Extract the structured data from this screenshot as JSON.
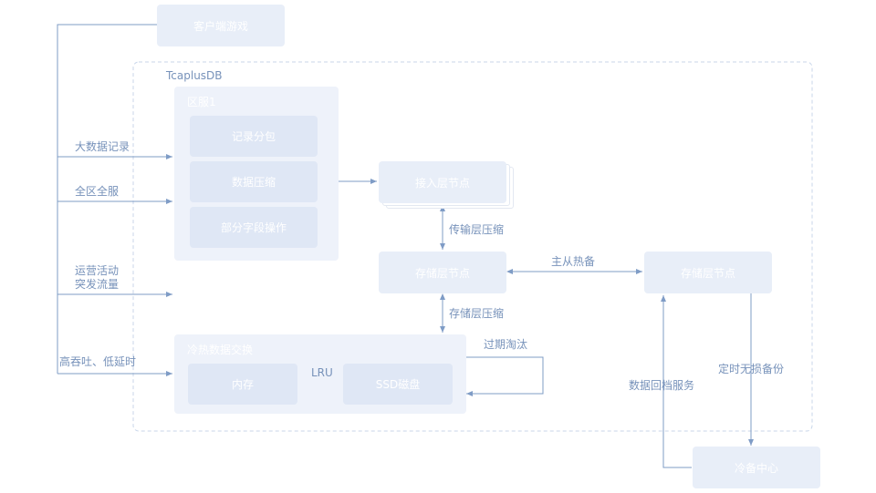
{
  "region_label": "TcaplusDB",
  "top_box": "客户端游戏",
  "zone": {
    "title": "区服1",
    "items": [
      "记录分包",
      "数据压缩",
      "部分字段操作"
    ]
  },
  "access_node": "接入层节点",
  "storage_node_main": "存储层节点",
  "storage_node_backup": "存储层节点",
  "hot_cold": {
    "title": "冷热数据交换",
    "memory": "内存",
    "ssd": "SSD磁盘",
    "lru": "LRU"
  },
  "cold_center": "冷备中心",
  "left_labels": {
    "big_records": "大数据记录",
    "full_server": "全区全服",
    "ops_line1": "运营活动",
    "ops_line2": "突发流量",
    "high_throughput": "高吞吐、低延时"
  },
  "edge_labels": {
    "transport_compress": "传输层压缩",
    "storage_compress": "存储层压缩",
    "master_slave": "主从热备",
    "expire": "过期淘汰",
    "archive_service": "数据回档服务",
    "scheduled_backup": "定时无损备份"
  },
  "colors": {
    "line": "#7f9cc6",
    "box_fill": "#e8eef8",
    "dashed_border": "#c8d6ea"
  }
}
